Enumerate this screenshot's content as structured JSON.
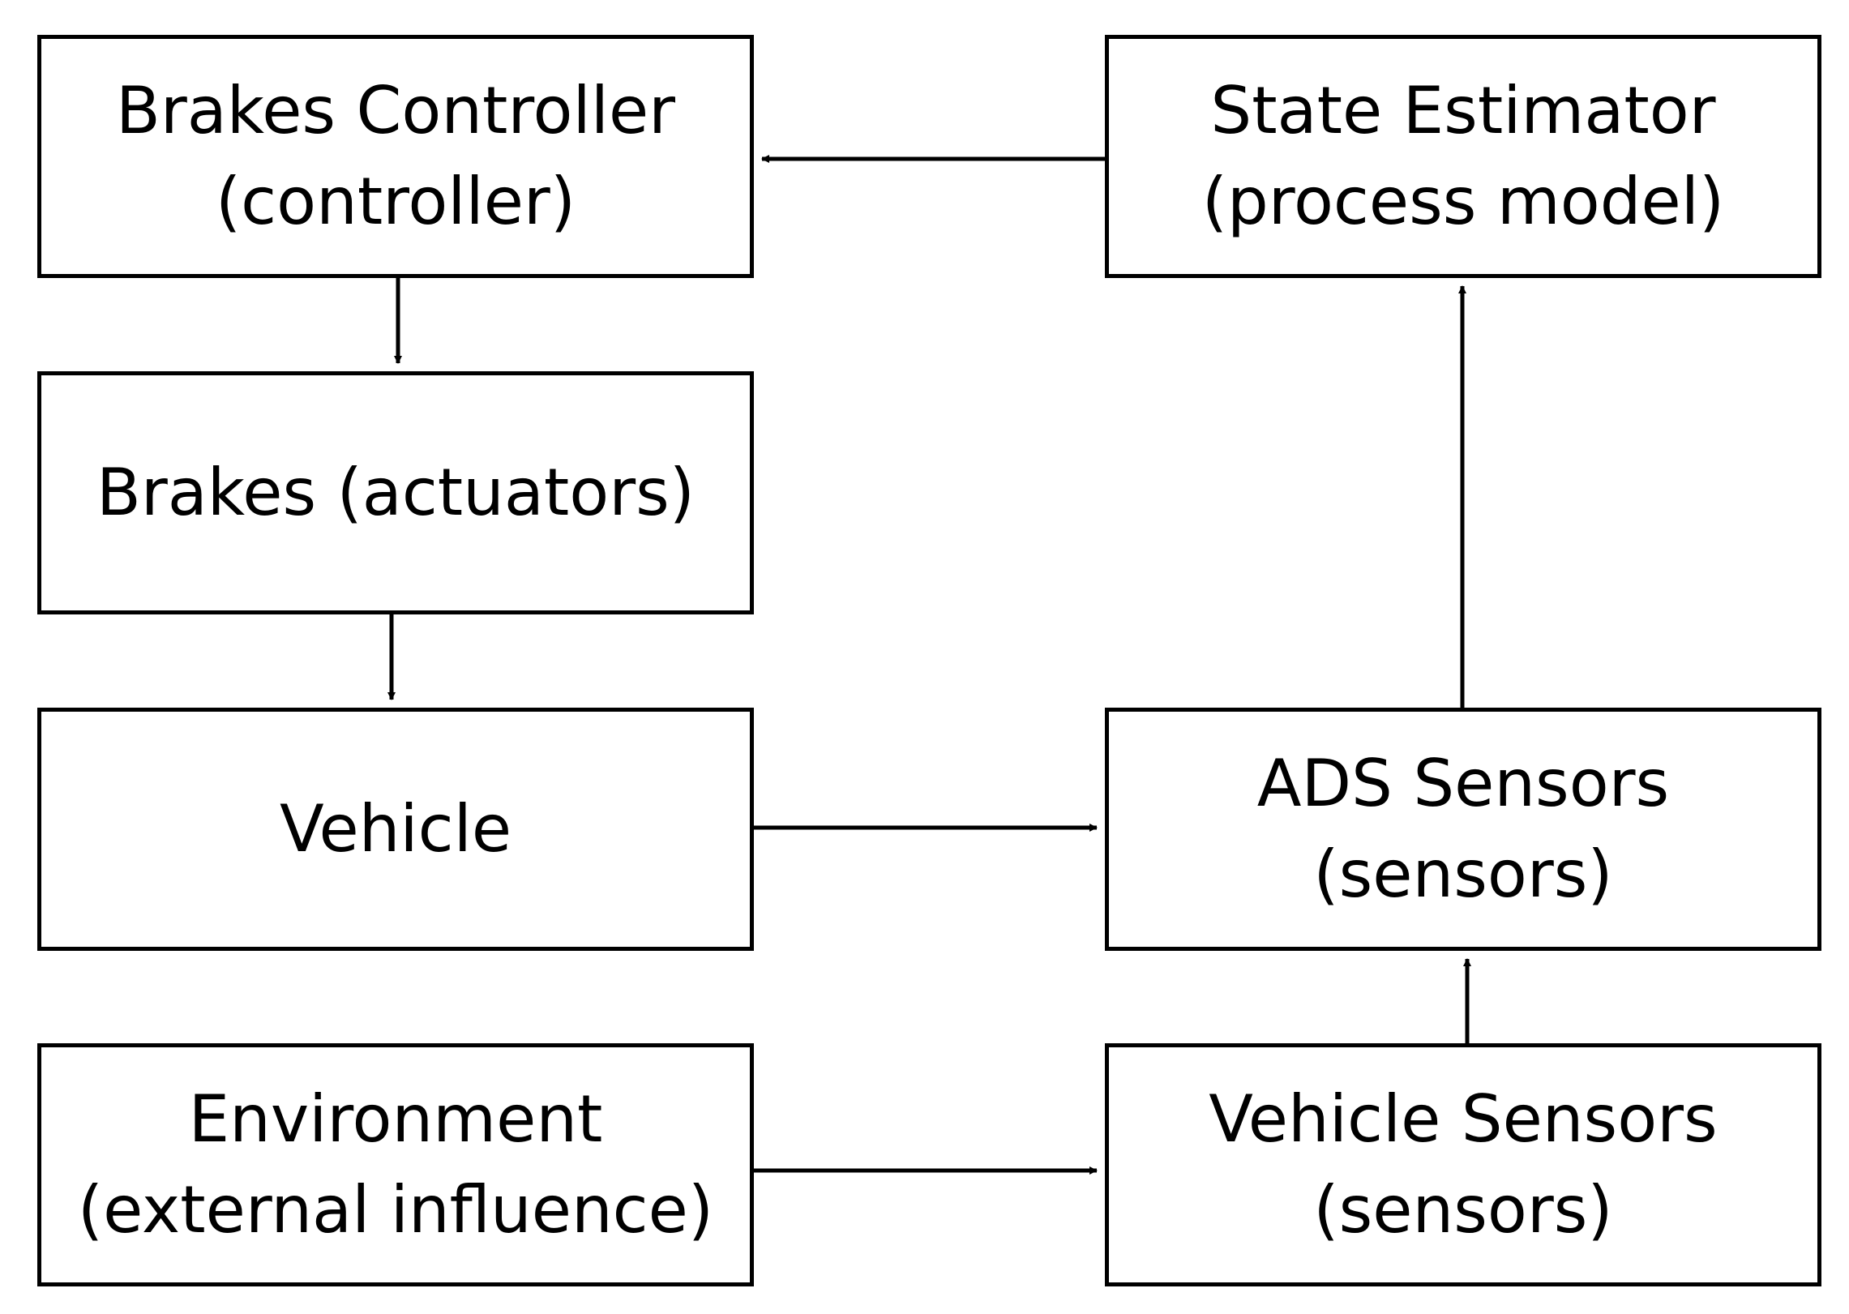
{
  "nodes": {
    "brakes_controller": {
      "line1": "Brakes Controller",
      "line2": "(controller)"
    },
    "state_estimator": {
      "line1": "State Estimator",
      "line2": "(process model)"
    },
    "brakes": {
      "line1": "Brakes (actuators)"
    },
    "vehicle": {
      "line1": "Vehicle"
    },
    "ads_sensors": {
      "line1": "ADS Sensors",
      "line2": "(sensors)"
    },
    "environment": {
      "line1": "Environment",
      "line2": "(external influence)"
    },
    "vehicle_sensors": {
      "line1": "Vehicle Sensors",
      "line2": "(sensors)"
    }
  },
  "edges": [
    {
      "from": "state_estimator",
      "to": "brakes_controller"
    },
    {
      "from": "brakes_controller",
      "to": "brakes"
    },
    {
      "from": "brakes",
      "to": "vehicle"
    },
    {
      "from": "vehicle",
      "to": "ads_sensors"
    },
    {
      "from": "ads_sensors",
      "to": "state_estimator"
    },
    {
      "from": "vehicle_sensors",
      "to": "ads_sensors"
    },
    {
      "from": "environment",
      "to": "vehicle_sensors"
    }
  ],
  "colors": {
    "stroke": "#000000",
    "background": "#ffffff"
  }
}
